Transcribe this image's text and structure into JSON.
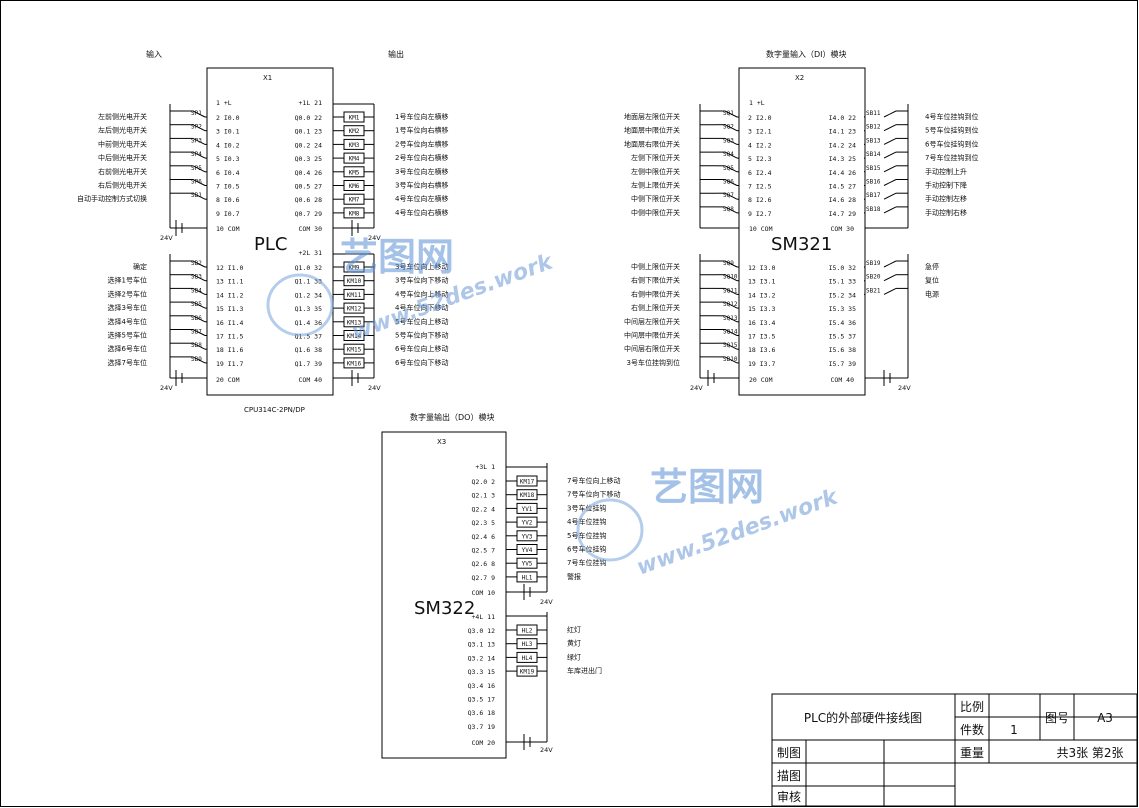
{
  "sections": {
    "input_heading": "输入",
    "output_heading": "输出",
    "di_heading": "数字量输入（DI）模块",
    "do_heading": "数字量输出（DO）模块"
  },
  "plc": {
    "tag": "X1",
    "name": "PLC",
    "cpu": "CPU314C-2PN/DP",
    "power_left_top": "1  +L",
    "power_left_bottom": "20 COM",
    "power_left_mid": "10 COM",
    "power_right_top": "+1L 21",
    "power_right_mid": "COM 30",
    "power_right_mid2": "+2L 31",
    "power_right_bottom": "COM 40",
    "supply": "24V",
    "inputs_a": [
      {
        "pin": "2  I0.0",
        "sw": "SP1",
        "label": "左前侧光电开关"
      },
      {
        "pin": "3  I0.1",
        "sw": "SP2",
        "label": "左后侧光电开关"
      },
      {
        "pin": "4  I0.2",
        "sw": "SP3",
        "label": "中前侧光电开关"
      },
      {
        "pin": "5  I0.3",
        "sw": "SP4",
        "label": "中后侧光电开关"
      },
      {
        "pin": "6  I0.4",
        "sw": "SP5",
        "label": "右前侧光电开关"
      },
      {
        "pin": "7  I0.5",
        "sw": "SP6",
        "label": "右后侧光电开关"
      },
      {
        "pin": "8  I0.6",
        "sw": "SB1",
        "label": "自动手动控制方式切换"
      },
      {
        "pin": "9  I0.7",
        "sw": "",
        "label": ""
      }
    ],
    "inputs_b": [
      {
        "pin": "12 I1.0",
        "sw": "SB2",
        "label": "确定"
      },
      {
        "pin": "13 I1.1",
        "sw": "SB3",
        "label": "选择1号车位"
      },
      {
        "pin": "14 I1.2",
        "sw": "SB4",
        "label": "选择2号车位"
      },
      {
        "pin": "15 I1.3",
        "sw": "SB5",
        "label": "选择3号车位"
      },
      {
        "pin": "16 I1.4",
        "sw": "SB6",
        "label": "选择4号车位"
      },
      {
        "pin": "17 I1.5",
        "sw": "SB7",
        "label": "选择5号车位"
      },
      {
        "pin": "18 I1.6",
        "sw": "SB8",
        "label": "选择6号车位"
      },
      {
        "pin": "19 I1.7",
        "sw": "SB9",
        "label": "选择7号车位"
      }
    ],
    "outputs_a": [
      {
        "pin": "Q0.0 22",
        "coil": "KM1",
        "label": "1号车位向左横移"
      },
      {
        "pin": "Q0.1 23",
        "coil": "KM2",
        "label": "1号车位向右横移"
      },
      {
        "pin": "Q0.2 24",
        "coil": "KM3",
        "label": "2号车位向左横移"
      },
      {
        "pin": "Q0.3 25",
        "coil": "KM4",
        "label": "2号车位向右横移"
      },
      {
        "pin": "Q0.4 26",
        "coil": "KM5",
        "label": "3号车位向左横移"
      },
      {
        "pin": "Q0.5 27",
        "coil": "KM6",
        "label": "3号车位向右横移"
      },
      {
        "pin": "Q0.6 28",
        "coil": "KM7",
        "label": "4号车位向左横移"
      },
      {
        "pin": "Q0.7 29",
        "coil": "KM8",
        "label": "4号车位向右横移"
      }
    ],
    "outputs_b": [
      {
        "pin": "Q1.0 32",
        "coil": "KM9",
        "label": "3号车位向上移动"
      },
      {
        "pin": "Q1.1 33",
        "coil": "KM10",
        "label": "3号车位向下移动"
      },
      {
        "pin": "Q1.2 34",
        "coil": "KM11",
        "label": "4号车位向上移动"
      },
      {
        "pin": "Q1.3 35",
        "coil": "KM12",
        "label": "4号车位向下移动"
      },
      {
        "pin": "Q1.4 36",
        "coil": "KM13",
        "label": "5号车位向上移动"
      },
      {
        "pin": "Q1.5 37",
        "coil": "KM14",
        "label": "5号车位向下移动"
      },
      {
        "pin": "Q1.6 38",
        "coil": "KM15",
        "label": "6号车位向上移动"
      },
      {
        "pin": "Q1.7 39",
        "coil": "KM16",
        "label": "6号车位向下移动"
      }
    ]
  },
  "sm321": {
    "tag": "X2",
    "name": "SM321",
    "power_left_top": "1  +L",
    "power_left_mid": "10 COM",
    "power_left_bottom": "20 COM",
    "power_right_mid": "COM 30",
    "power_right_bottom": "COM 40",
    "supply": "24V",
    "inputs_a": [
      {
        "pin": "2  I2.0",
        "sw": "SQ1",
        "label": "地面层左限位开关"
      },
      {
        "pin": "3  I2.1",
        "sw": "SQ2",
        "label": "地面层中限位开关"
      },
      {
        "pin": "4  I2.2",
        "sw": "SQ3",
        "label": "地面层右限位开关"
      },
      {
        "pin": "5  I2.3",
        "sw": "SQ4",
        "label": "左侧下限位开关"
      },
      {
        "pin": "6  I2.4",
        "sw": "SQ5",
        "label": "左侧中限位开关"
      },
      {
        "pin": "7  I2.5",
        "sw": "SQ6",
        "label": "左侧上限位开关"
      },
      {
        "pin": "8  I2.6",
        "sw": "SQ7",
        "label": "中侧下限位开关"
      },
      {
        "pin": "9  I2.7",
        "sw": "SQ8",
        "label": "中侧中限位开关"
      }
    ],
    "inputs_b": [
      {
        "pin": "12 I3.0",
        "sw": "SQ9",
        "label": "中侧上限位开关"
      },
      {
        "pin": "13 I3.1",
        "sw": "SQ10",
        "label": "右侧下限位开关"
      },
      {
        "pin": "14 I3.2",
        "sw": "SQ11",
        "label": "右侧中限位开关"
      },
      {
        "pin": "15 I3.3",
        "sw": "SQ12",
        "label": "右侧上限位开关"
      },
      {
        "pin": "16 I3.4",
        "sw": "SQ13",
        "label": "中间层左限位开关"
      },
      {
        "pin": "17 I3.5",
        "sw": "SQ14",
        "label": "中间层中限位开关"
      },
      {
        "pin": "18 I3.6",
        "sw": "SQ15",
        "label": "中间层右限位开关"
      },
      {
        "pin": "19 I3.7",
        "sw": "SB10",
        "label": "3号车位挂钩到位"
      }
    ],
    "inputs_c": [
      {
        "pin": "I4.0 22",
        "sw": "SB11",
        "label": "4号车位挂钩到位"
      },
      {
        "pin": "I4.1 23",
        "sw": "SB12",
        "label": "5号车位挂钩到位"
      },
      {
        "pin": "I4.2 24",
        "sw": "SB13",
        "label": "6号车位挂钩到位"
      },
      {
        "pin": "I4.3 25",
        "sw": "SB14",
        "label": "7号车位挂钩到位"
      },
      {
        "pin": "I4.4 26",
        "sw": "SB15",
        "label": "手动控制上升"
      },
      {
        "pin": "I4.5 27",
        "sw": "SB16",
        "label": "手动控制下降"
      },
      {
        "pin": "I4.6 28",
        "sw": "SB17",
        "label": "手动控制左移"
      },
      {
        "pin": "I4.7 29",
        "sw": "SB18",
        "label": "手动控制右移"
      }
    ],
    "inputs_d": [
      {
        "pin": "I5.0 32",
        "sw": "SB19",
        "label": "急停"
      },
      {
        "pin": "I5.1 33",
        "sw": "SB20",
        "label": "复位"
      },
      {
        "pin": "I5.2 34",
        "sw": "SB21",
        "label": "电源"
      },
      {
        "pin": "I5.3 35",
        "sw": "",
        "label": ""
      },
      {
        "pin": "I5.4 36",
        "sw": "",
        "label": ""
      },
      {
        "pin": "I5.5 37",
        "sw": "",
        "label": ""
      },
      {
        "pin": "I5.6 38",
        "sw": "",
        "label": ""
      },
      {
        "pin": "I5.7 39",
        "sw": "",
        "label": ""
      }
    ]
  },
  "sm322": {
    "tag": "X3",
    "name": "SM322",
    "power_top": "+3L 1",
    "com_mid": "COM 10",
    "power_mid": "+4L 11",
    "com_bottom": "COM 20",
    "supply": "24V",
    "outputs_a": [
      {
        "pin": "Q2.0 2",
        "coil": "KM17",
        "label": "7号车位向上移动"
      },
      {
        "pin": "Q2.1 3",
        "coil": "KM18",
        "label": "7号车位向下移动"
      },
      {
        "pin": "Q2.2 4",
        "coil": "YV1",
        "label": "3号车位挂钩"
      },
      {
        "pin": "Q2.3 5",
        "coil": "YV2",
        "label": "4号车位挂钩"
      },
      {
        "pin": "Q2.4 6",
        "coil": "YV3",
        "label": "5号车位挂钩"
      },
      {
        "pin": "Q2.5 7",
        "coil": "YV4",
        "label": "6号车位挂钩"
      },
      {
        "pin": "Q2.6 8",
        "coil": "YV5",
        "label": "7号车位挂钩"
      },
      {
        "pin": "Q2.7 9",
        "coil": "HL1",
        "label": "警报"
      }
    ],
    "outputs_b": [
      {
        "pin": "Q3.0 12",
        "coil": "HL2",
        "label": "红灯"
      },
      {
        "pin": "Q3.1 13",
        "coil": "HL3",
        "label": "黄灯"
      },
      {
        "pin": "Q3.2 14",
        "coil": "HL4",
        "label": "绿灯"
      },
      {
        "pin": "Q3.3 15",
        "coil": "KM19",
        "label": "车库进出门"
      },
      {
        "pin": "Q3.4 16",
        "coil": "",
        "label": ""
      },
      {
        "pin": "Q3.5 17",
        "coil": "",
        "label": ""
      },
      {
        "pin": "Q3.6 18",
        "coil": "",
        "label": ""
      },
      {
        "pin": "Q3.7 19",
        "coil": "",
        "label": ""
      }
    ]
  },
  "title_block": {
    "title": "PLC的外部硬件接线图",
    "scale_label": "比例",
    "drawing_no_label": "图号",
    "size": "A3",
    "count_label": "件数",
    "count": "1",
    "weight_label": "重量",
    "sheets": "共3张 第2张",
    "drawn_label": "制图",
    "traced_label": "描图",
    "checked_label": "审核"
  },
  "watermark": {
    "brand": "艺图网",
    "url": "www.52des.work"
  }
}
